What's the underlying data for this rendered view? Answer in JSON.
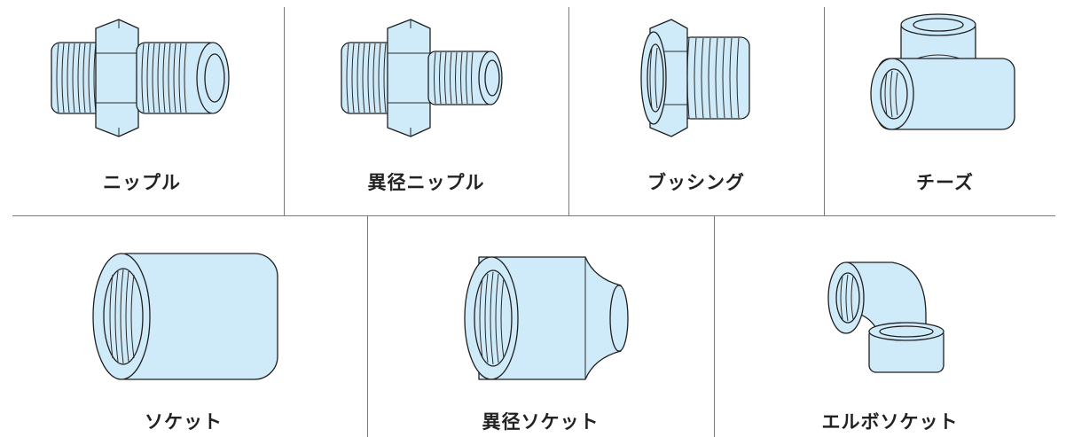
{
  "fittings": [
    {
      "label": "ニップル",
      "icon": "nipple-icon"
    },
    {
      "label": "異径ニップル",
      "icon": "reducing-nipple-icon"
    },
    {
      "label": "ブッシング",
      "icon": "bushing-icon"
    },
    {
      "label": "チーズ",
      "icon": "tee-icon"
    },
    {
      "label": "ソケット",
      "icon": "socket-icon"
    },
    {
      "label": "異径ソケット",
      "icon": "reducing-socket-icon"
    },
    {
      "label": "エルボソケット",
      "icon": "elbow-socket-icon"
    }
  ],
  "colors": {
    "fill": "#cfeaf8",
    "stroke": "#1f1f1f",
    "divider": "#7a7a7a"
  }
}
